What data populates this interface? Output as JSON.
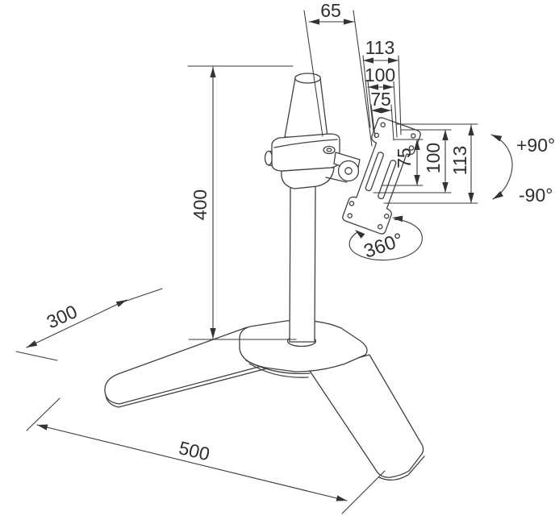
{
  "diagram": {
    "type": "technical-line-drawing",
    "subject": "Desk monitor stand with tiltable VESA mount plate",
    "units": "mm",
    "colors": {
      "line": "#404040",
      "text": "#2e2e2e",
      "background": "#ffffff"
    },
    "dimensions": {
      "arm_offset": "65",
      "plate_width_outer": "113",
      "plate_width_vesa100": "100",
      "plate_width_vesa75": "75",
      "plate_height_vesa75": "75",
      "plate_height_vesa100": "100",
      "plate_height_outer": "113",
      "pole_height": "400",
      "base_depth": "300",
      "base_width": "500"
    },
    "rotations": {
      "tilt_up": "+90°",
      "tilt_down": "-90°",
      "swivel": "360°"
    }
  }
}
